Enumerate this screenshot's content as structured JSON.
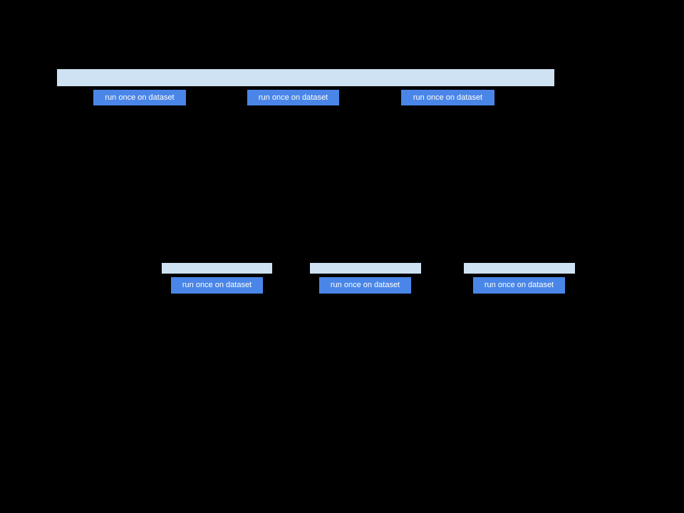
{
  "colors": {
    "background": "#000000",
    "highlight_bar": "#cfe2f3",
    "button": "#4a86e8",
    "button_text": "#ffffff"
  },
  "top_section": {
    "buttons": [
      {
        "label": "run once on dataset"
      },
      {
        "label": "run once on dataset"
      },
      {
        "label": "run once on dataset"
      }
    ]
  },
  "middle_section": {
    "groups": [
      {
        "button_label": "run once on dataset"
      },
      {
        "button_label": "run once on dataset"
      },
      {
        "button_label": "run once on dataset"
      }
    ]
  }
}
